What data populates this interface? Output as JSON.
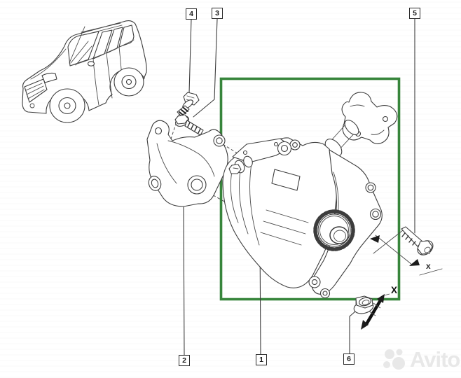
{
  "callouts": [
    {
      "label": "1"
    },
    {
      "label": "2"
    },
    {
      "label": "3"
    },
    {
      "label": "4"
    },
    {
      "label": "5"
    },
    {
      "label": "6"
    }
  ],
  "markers": {
    "bolt_axis_small": "x",
    "stud_axis_large": "X"
  },
  "watermark": {
    "brand": "Avito"
  },
  "colors": {
    "highlight_box": "#37853b",
    "drawing_line": "#3d3d3d",
    "watermark_gray": "#e8e8e8",
    "background": "#ffffff"
  }
}
